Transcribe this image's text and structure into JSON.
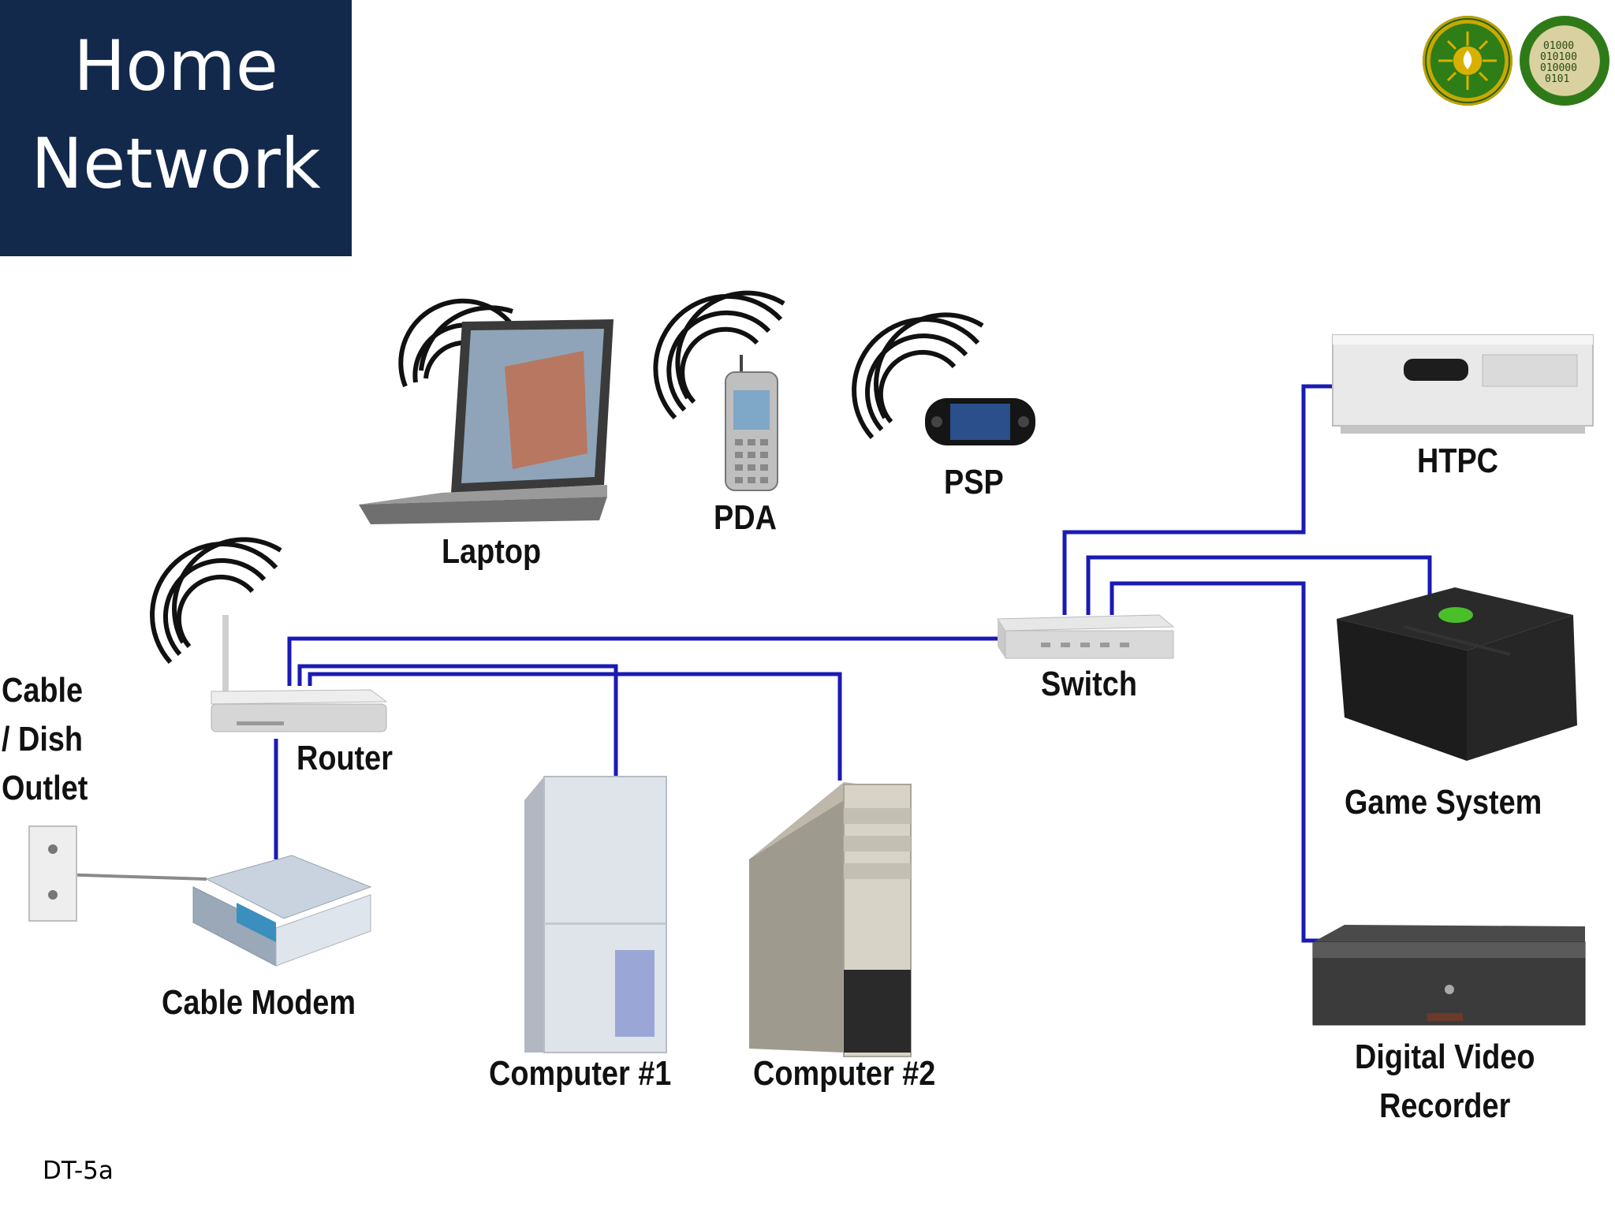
{
  "title": {
    "line1": "Home",
    "line2": "Network"
  },
  "badges": [
    {
      "name": "circuit-badge-icon"
    },
    {
      "name": "binary-badge-icon"
    }
  ],
  "diagram": {
    "colors": {
      "link": "#1a1ab3",
      "cable": "#8a8a8a",
      "device": "#cfcfcf",
      "dark": "#1d1d1d"
    },
    "labels": {
      "laptop": "Laptop",
      "pda": "PDA",
      "psp": "PSP",
      "htpc": "HTPC",
      "switch": "Switch",
      "router": "Router",
      "outlet_line1": "Cable",
      "outlet_line2": "/ Dish",
      "outlet_line3": "Outlet",
      "cable_modem": "Cable Modem",
      "computer1": "Computer #1",
      "computer2": "Computer #2",
      "game_system": "Game System",
      "dvr_line1": "Digital Video",
      "dvr_line2": "Recorder"
    }
  },
  "footer": {
    "code": "DT-5a"
  }
}
